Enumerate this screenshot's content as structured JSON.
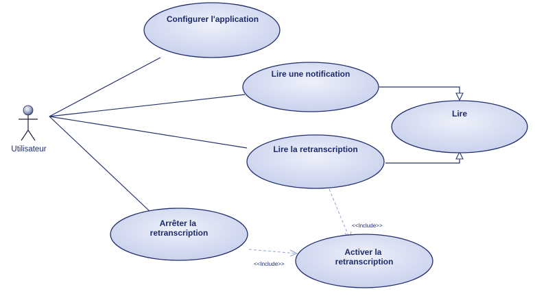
{
  "actor": {
    "label": "Utilisateur"
  },
  "use_cases": {
    "configurer": {
      "lines": [
        "Configurer l'application"
      ]
    },
    "lire_notification": {
      "lines": [
        "Lire une notification"
      ]
    },
    "lire": {
      "lines": [
        "Lire"
      ]
    },
    "lire_retranscription": {
      "lines": [
        "Lire la retranscription"
      ]
    },
    "arreter": {
      "lines": [
        "Arrêter la",
        "retranscription"
      ]
    },
    "activer": {
      "lines": [
        "Activer la",
        "retranscription"
      ]
    }
  },
  "relations": {
    "include_1": {
      "label": "<<Include>>"
    },
    "include_2": {
      "label": "<<Include>>"
    }
  },
  "colors": {
    "fill_light": "#e6ebf7",
    "fill_dark": "#c9d2ee",
    "stroke": "#1f2d6b",
    "text": "#1b2a6b",
    "dependency": "#8fa3d6"
  }
}
